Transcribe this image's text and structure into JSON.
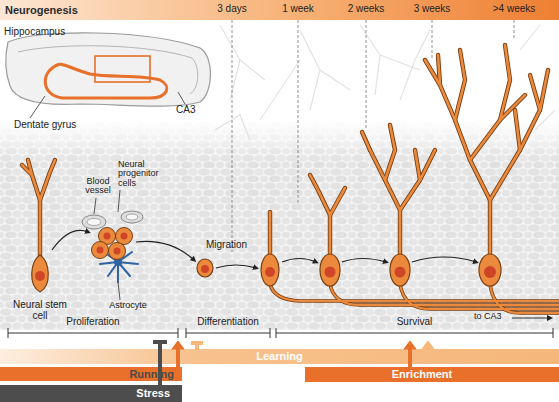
{
  "diagram": {
    "nodes": [
      {
        "text": [
          "Neurogenesis"
        ]
      },
      {
        "text": [
          "Learning"
        ]
      },
      {
        "text": [
          "Running"
        ]
      },
      {
        "text": [
          "Enrichment"
        ]
      },
      {
        "text": [
          "Stress"
        ]
      }
    ],
    "labels": [
      "3 days",
      "1 week",
      "2 weeks",
      "3 weeks",
      ">4 weeks",
      "Hippocampus",
      "Dentate gyrus",
      "CA3",
      "Blood vessel",
      "Neural progenitor cells",
      "Neural stem cell",
      "Astrocyte",
      "Migration",
      "Proliferation",
      "Differentiation",
      "Survival",
      "to CA3"
    ]
  }
}
